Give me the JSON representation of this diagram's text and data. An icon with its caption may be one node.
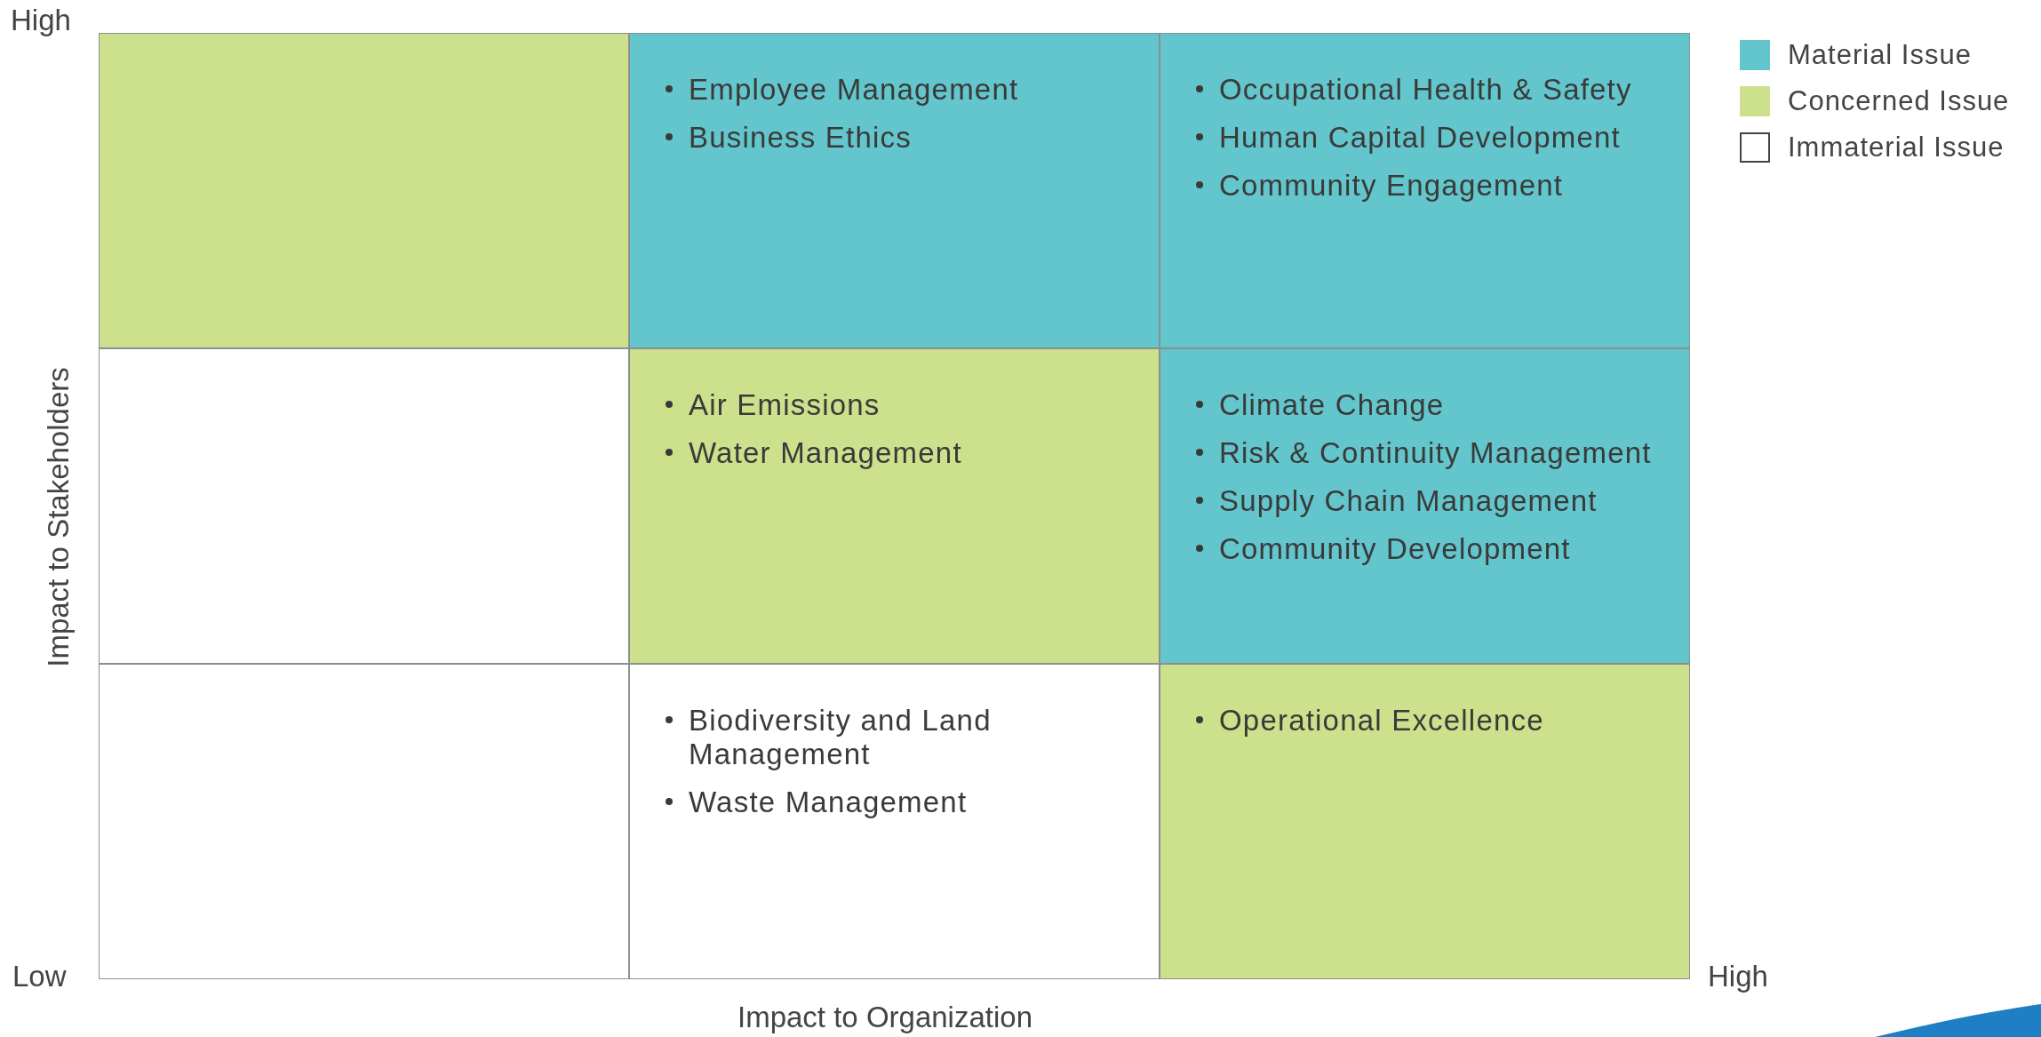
{
  "diagram": {
    "nodes": [
      {
        "text": [],
        "shape": "box"
      },
      {
        "text": [
          "Employee Management",
          "Business Ethics"
        ]
      },
      {
        "text": [
          "Occupational Health & Safety",
          "Human Capital Development",
          "Community Engagement"
        ]
      },
      {
        "text": [],
        "shape": "box"
      },
      {
        "text": [
          "Air Emissions",
          "Water Management"
        ]
      },
      {
        "text": [
          "Climate Change",
          "Risk & Continuity Management",
          "Supply Chain Management",
          "Community Development"
        ]
      },
      {
        "text": [],
        "shape": "box"
      },
      {
        "text": [
          "Biodiversity and Land Management",
          "Waste Management"
        ]
      },
      {
        "text": [
          "Operational Excellence"
        ]
      }
    ],
    "edges": [],
    "labels": [
      "High",
      "Impact to Stakeholders",
      "Low",
      "Impact to Organization",
      "High"
    ],
    "legend": [
      {
        "text": "Material Issue",
        "color": "#62c6cc"
      },
      {
        "text": "Concerned Issue",
        "color": "#cde08c"
      },
      {
        "text": "Immaterial Issue",
        "color": "#ffffff"
      }
    ]
  }
}
